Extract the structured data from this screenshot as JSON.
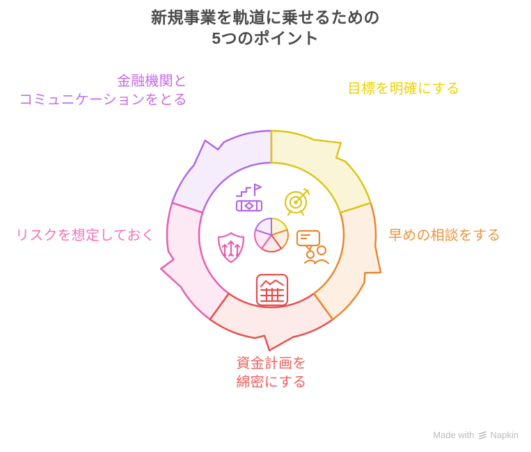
{
  "title": {
    "line1": "新規事業を軌道に乗せるための",
    "line2": "5つのポイント"
  },
  "diagram": {
    "type": "cycle",
    "direction": "clockwise",
    "segment_count": 5,
    "center_icon": "pie-chart-icon",
    "segments": [
      {
        "name": "clarify-goals",
        "label_lines": [
          "目標を明確にする"
        ],
        "icon": "target-icon",
        "stroke": "#ddc414",
        "fill": "#fbf5d8",
        "label_color": "#eed203",
        "start_angle": 0,
        "end_angle": 72
      },
      {
        "name": "early-consultation",
        "label_lines": [
          "早めの相談をする"
        ],
        "icon": "consultation-icon",
        "stroke": "#e8872f",
        "fill": "#fdf0e2",
        "label_color": "#f0923c",
        "start_angle": 72,
        "end_angle": 144
      },
      {
        "name": "detailed-funding-plan",
        "label_lines": [
          "資金計画を",
          "綿密にする"
        ],
        "icon": "spreadsheet-chart-icon",
        "stroke": "#e84d4d",
        "fill": "#fdebe9",
        "label_color": "#ef5f5a",
        "start_angle": 144,
        "end_angle": 216
      },
      {
        "name": "anticipate-risks",
        "label_lines": [
          "リスクを想定しておく"
        ],
        "icon": "shield-arrows-icon",
        "stroke": "#ea5cad",
        "fill": "#fce9f4",
        "label_color": "#f472b8",
        "start_angle": 216,
        "end_angle": 288
      },
      {
        "name": "communicate-with-financial-institutions",
        "label_lines": [
          "金融機関と",
          "コミュニケーションをとる"
        ],
        "icon": "handshake-flag-icon",
        "stroke": "#b266e6",
        "fill": "#f6edfc",
        "label_color": "#c76ae8",
        "start_angle": 288,
        "end_angle": 360
      }
    ]
  },
  "watermark": {
    "prefix": "Made with",
    "brand": "Napkin"
  }
}
